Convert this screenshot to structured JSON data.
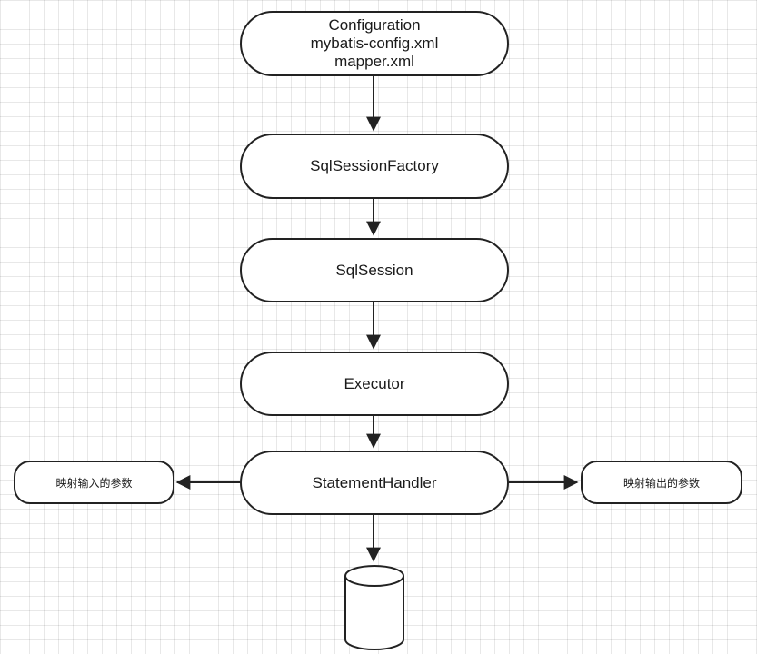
{
  "nodes": {
    "configuration": {
      "lines": [
        "Configuration",
        "mybatis-config.xml",
        "mapper.xml"
      ]
    },
    "factory": {
      "label": "SqlSessionFactory"
    },
    "session": {
      "label": "SqlSession"
    },
    "executor": {
      "label": "Executor"
    },
    "handler": {
      "label": "StatementHandler"
    },
    "input_mapping": {
      "label": "映射输入的参数"
    },
    "output_mapping": {
      "label": "映射输出的参数"
    }
  },
  "colors": {
    "stroke": "#222222",
    "fill": "#ffffff",
    "grid": "#e6e6e6"
  },
  "icons": {
    "database": "database-cylinder-icon"
  }
}
